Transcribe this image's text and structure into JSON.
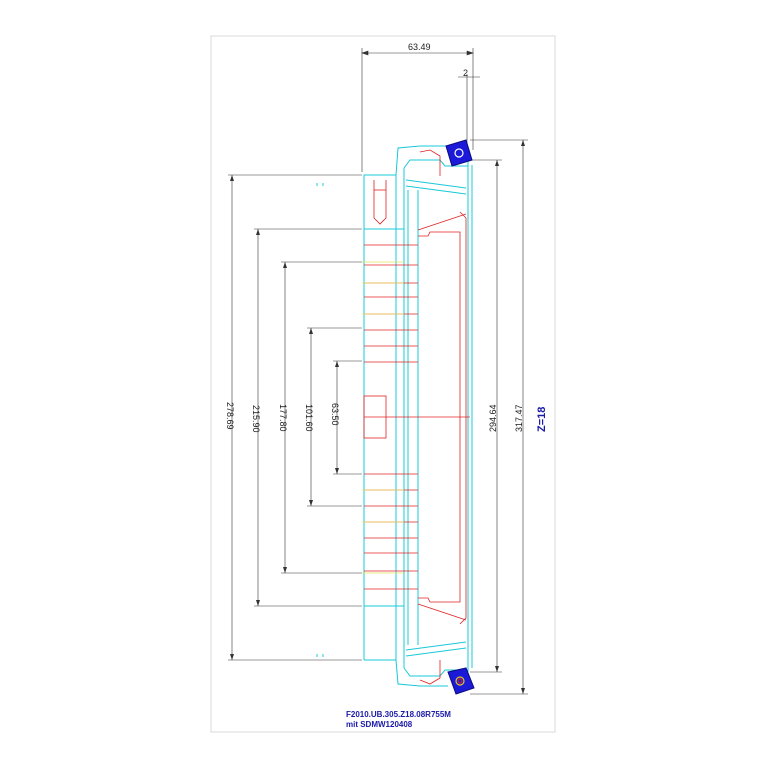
{
  "drawing": {
    "dimensions": {
      "width_top": "63.49",
      "offset_small": "2",
      "d1": "278.69",
      "d2": "215.90",
      "d3": "177.80",
      "d4": "101.60",
      "d5": "63.50",
      "d6": "294.64",
      "d7": "317.47"
    },
    "z_label": "Z=18",
    "title_line1": "F2010.UB.305.Z18.08R755M",
    "title_line2": "mit SDMW120408"
  },
  "colors": {
    "cyan": "#19c8d8",
    "red": "#e02020",
    "yellow": "#e8e060",
    "blue": "#1a1aa8",
    "insert": "#1a1ad8",
    "line": "#333333"
  }
}
